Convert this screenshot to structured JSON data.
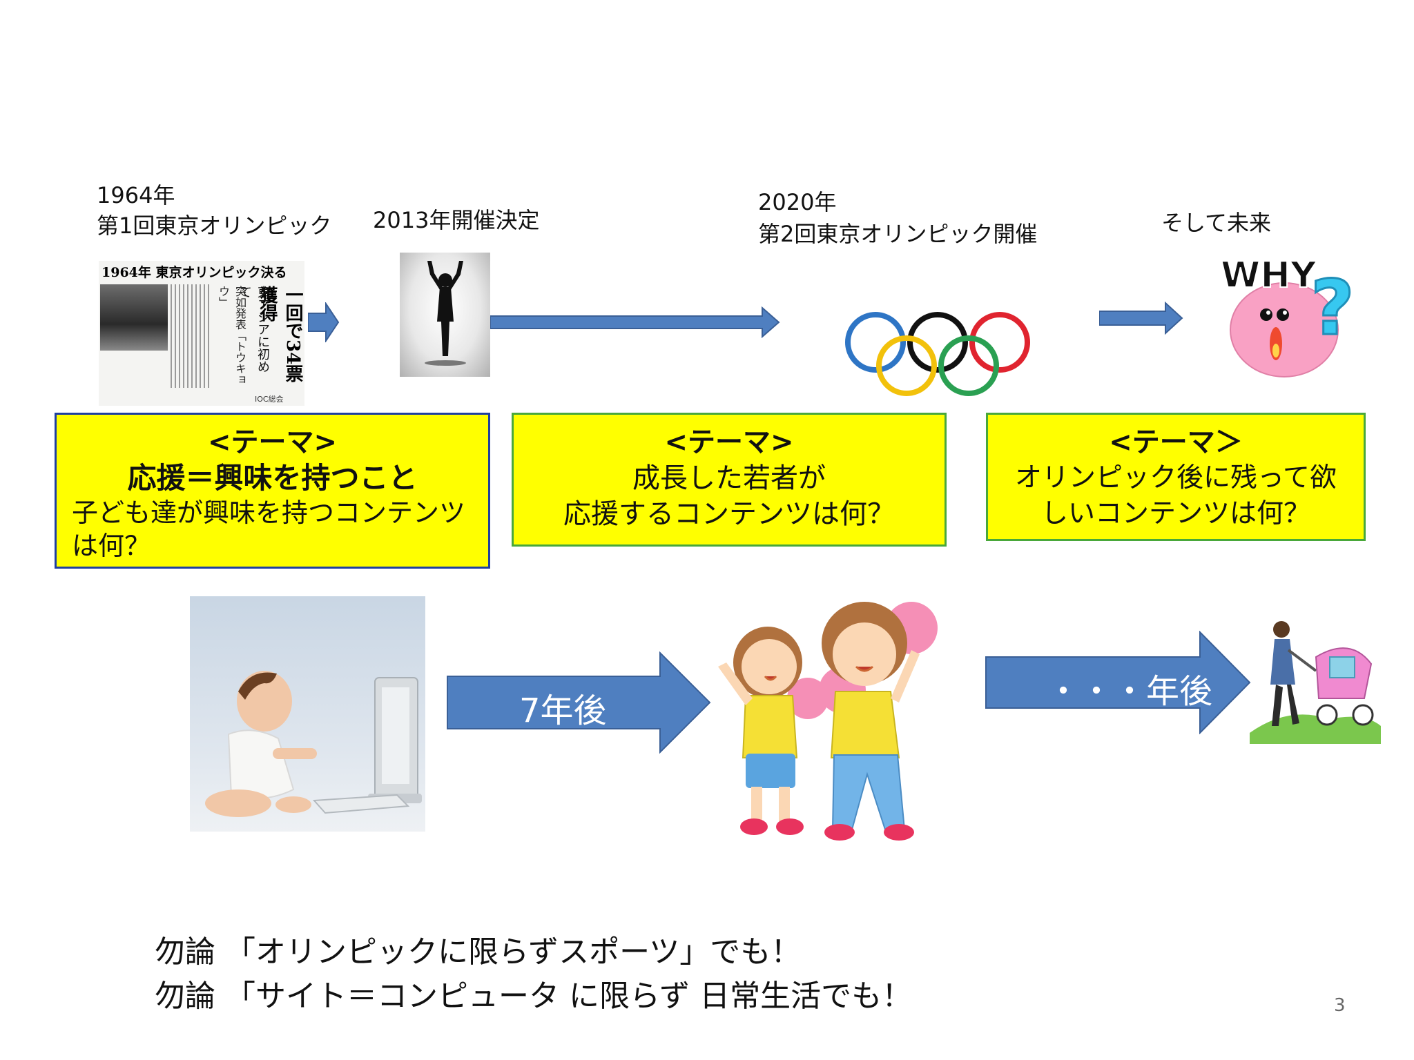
{
  "timeline": {
    "t1964": {
      "year": "1964年",
      "title": "第1回東京オリンピック"
    },
    "t2013": {
      "title": "2013年開催決定"
    },
    "t2020": {
      "year": "2020年",
      "title": "第2回東京オリンピック開催"
    },
    "future": {
      "title": "そして未来"
    }
  },
  "newspaper": {
    "headline": "1964年 東京オリンピック決る",
    "vertical_main": "一回で34票獲得",
    "vertical_sub": "東アジアに初めて",
    "vertical_col3": "突如発表「トウキョウ」",
    "footer": "IOC総会"
  },
  "why_face": {
    "text": "WHY",
    "mark": "?"
  },
  "themes": [
    {
      "title": "<テーマ>",
      "line1": "応援＝興味を持つこと",
      "line2": "子ども達が興味を持つコンテンツ",
      "line3": "は何？",
      "border": "#1f3fa0"
    },
    {
      "title": "<テーマ>",
      "line1": "成長した若者が",
      "line2": "応援するコンテンツは何？",
      "border": "#49a83a"
    },
    {
      "title": "<テーマ＞",
      "line1": "オリンピック後に残って欲",
      "line2": "しいコンテンツは何？",
      "border": "#49a83a"
    }
  ],
  "arrows": {
    "a1": "7年後",
    "a2": "・・・年後"
  },
  "footer": {
    "line1": "勿論 「オリンピックに限らずスポーツ」でも！",
    "line2": "勿論 「サイト＝コンピュータ に限らず 日常生活でも！"
  },
  "page_number": "3",
  "colors": {
    "theme_fill": "#ffff00",
    "arrow_fill": "#4f7fc0",
    "arrow_stroke": "#3a5f96"
  }
}
